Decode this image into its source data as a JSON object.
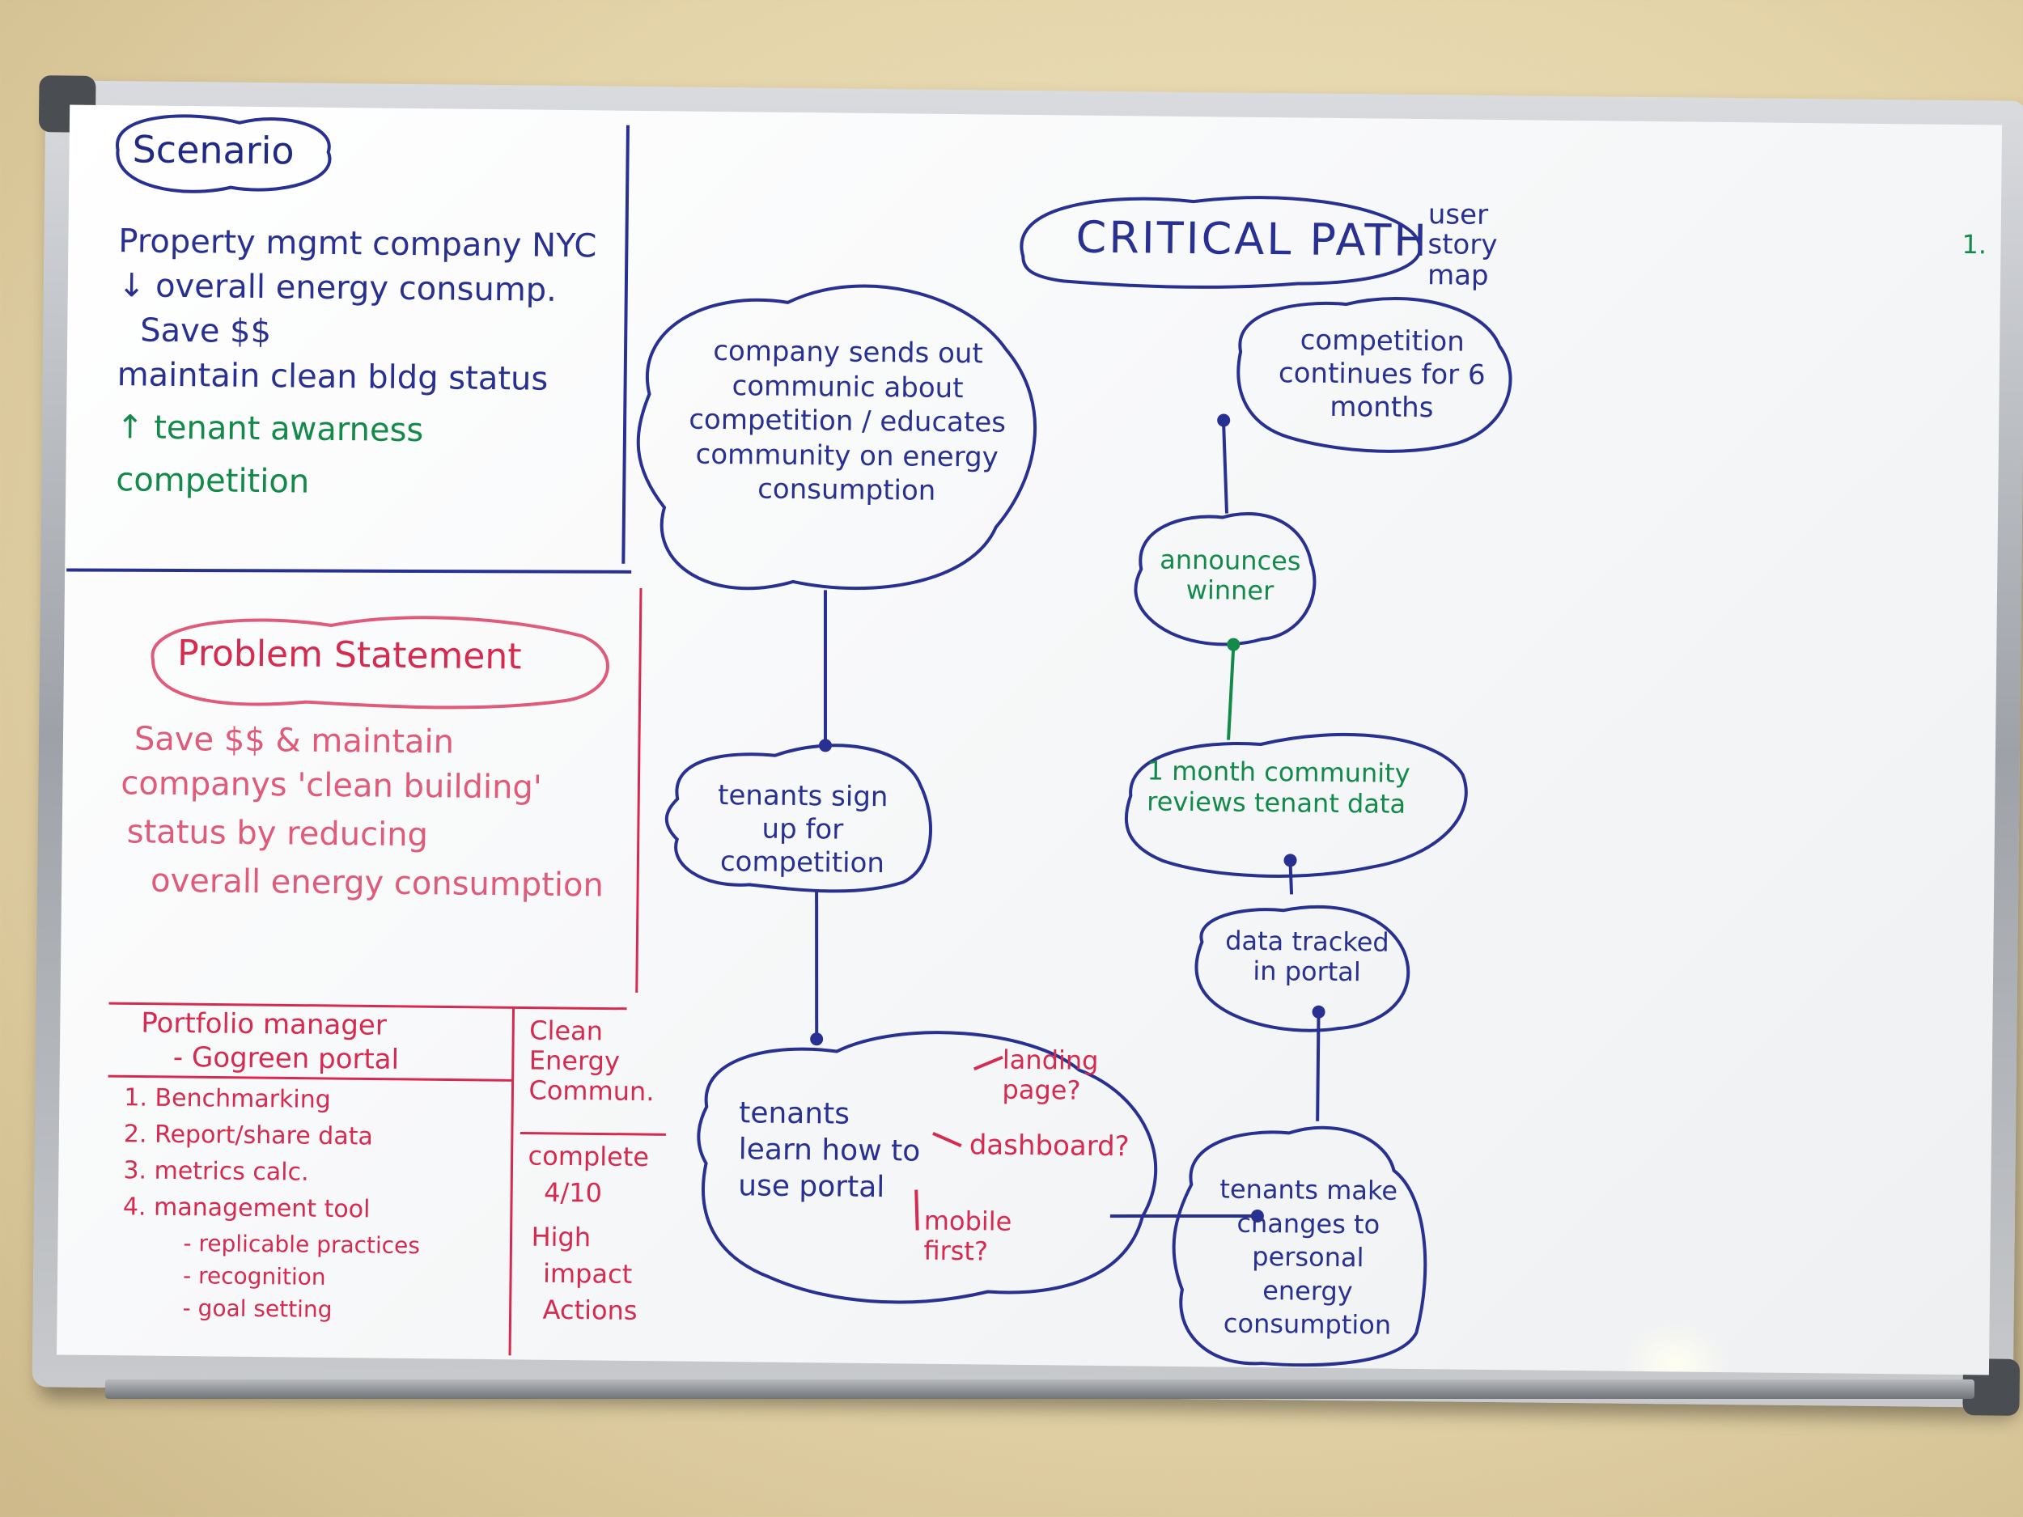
{
  "scenario": {
    "title": "Scenario",
    "lines": [
      "Property mgmt company NYC",
      "↓ overall energy consump.",
      "Save $$",
      "maintain clean bldg status"
    ],
    "green_lines": [
      "↑ tenant awarness",
      "competition"
    ]
  },
  "problem": {
    "title": "Problem Statement",
    "lines": [
      "Save $$ & maintain",
      "companys 'clean building'",
      "status by reducing",
      "overall energy consumption"
    ]
  },
  "portfolio": {
    "title": "Portfolio manager",
    "subtitle": "- Gogreen portal",
    "items": [
      "1. Benchmarking",
      "2. Report/share data",
      "3. metrics calc.",
      "4. management tool"
    ],
    "subitems": [
      "- replicable practices",
      "- recognition",
      "- goal setting"
    ],
    "side_header": "Clean Energy Commun.",
    "side_lines": [
      "complete",
      "4/10",
      "High",
      "impact",
      "Actions"
    ]
  },
  "critical_path": {
    "title": "CRITICAL PATH",
    "note": "user story map",
    "corner_mark": "1.",
    "left_nodes": [
      "company sends out communic about competition / educates community on energy consumption",
      "tenants sign up for competition",
      "tenants learn how to use portal"
    ],
    "portal_options": [
      "landing page?",
      "dashboard?",
      "mobile first?"
    ],
    "right_nodes": [
      "competition continues for 6 months",
      "announces winner",
      "1 month community reviews tenant data",
      "data tracked in portal",
      "tenants make changes to personal energy consumption"
    ]
  },
  "colors": {
    "blue_marker": "#283092",
    "green_marker": "#138a4a",
    "red_marker": "#d72a4f",
    "pink_marker": "#e05a7a"
  }
}
